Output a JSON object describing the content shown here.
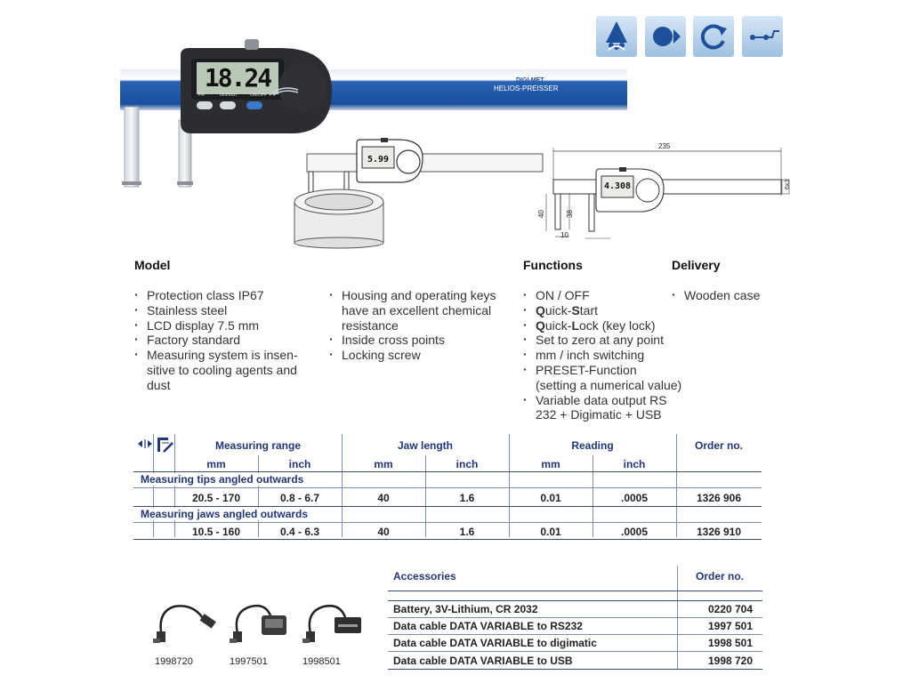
{
  "brand": {
    "caliper_display": "18.24",
    "caliper_buttons": [
      "PR",
      "mm/inch",
      "ON/OFF"
    ],
    "logo_text": "HELIOS-PREISSER",
    "product_name": "DIGI-MET",
    "small_display_1": "5.99",
    "small_display_2": "4.308"
  },
  "drawing": {
    "dims": [
      "235",
      "40",
      "38",
      "10",
      "6x3"
    ]
  },
  "sections": {
    "model_heading": "Model",
    "functions_heading": "Functions",
    "delivery_heading": "Delivery",
    "model_col1": [
      "Protection class IP67",
      "Stainless steel",
      "LCD display 7.5 mm",
      "Factory standard",
      "Measuring system is insen-\nsitive to cooling agents and\ndust"
    ],
    "model_col2": [
      "Housing and operating keys\nhave an excellent chemical\nresistance",
      "Inside cross points",
      "Locking screw"
    ],
    "functions": [
      {
        "pre": "",
        "bold1": "",
        "text": "ON / OFF"
      },
      {
        "bold1": "Q",
        "mid1": "uick-",
        "bold2": "S",
        "mid2": "tart"
      },
      {
        "bold1": "Q",
        "mid1": "uick-",
        "bold2": "L",
        "mid2": "ock (key lock)"
      },
      {
        "text": "Set to zero at any point"
      },
      {
        "text": "mm / inch switching"
      },
      {
        "text": "PRESET-Function\n(setting a numerical value)"
      },
      {
        "text": "Variable data output RS\n232 + Digimatic + USB"
      }
    ],
    "delivery": [
      "Wooden case"
    ]
  },
  "spec_table": {
    "group_headers": {
      "measuring_range": "Measuring range",
      "jaw_length": "Jaw length",
      "reading": "Reading",
      "order_no": "Order no."
    },
    "sub_headers": [
      "mm",
      "inch",
      "mm",
      "inch",
      "mm",
      "inch"
    ],
    "sections": [
      {
        "title": "Measuring tips angled outwards",
        "row": [
          "20.5 - 170",
          "0.8 - 6.7",
          "40",
          "1.6",
          "0.01",
          ".0005",
          "1326 906"
        ]
      },
      {
        "title": "Measuring jaws angled outwards",
        "row": [
          "10.5 - 160",
          "0.4 - 6.3",
          "40",
          "1.6",
          "0.01",
          ".0005",
          "1326 910"
        ]
      }
    ]
  },
  "accessories": {
    "header": "Accessories",
    "order_header": "Order no.",
    "items": [
      {
        "name": "Battery, 3V-Lithium, CR 2032",
        "order": "0220 704"
      },
      {
        "name": "Data cable DATA VARIABLE to RS232",
        "order": "1997 501"
      },
      {
        "name": "Data cable DATA VARIABLE to digimatic",
        "order": "1998 501"
      },
      {
        "name": "Data cable DATA VARIABLE to USB",
        "order": "1998 720"
      }
    ],
    "cable_captions": [
      "1998720",
      "1997501",
      "1998501"
    ]
  },
  "colors": {
    "brand_blue": "#1f5aa8",
    "table_blue": "#21367a",
    "icon_bg": "#9dc0e2"
  },
  "icons": [
    "ip-protection-icon",
    "data-output-icon",
    "rotation-icon",
    "connection-icon"
  ]
}
